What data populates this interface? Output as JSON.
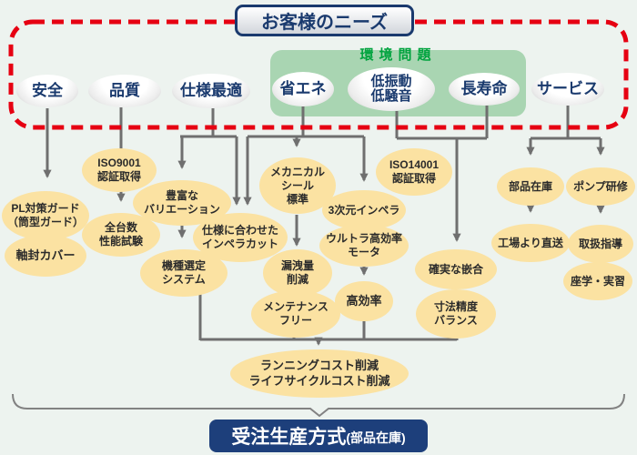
{
  "title": "お客様のニーズ",
  "env_group": {
    "label": "環境問題"
  },
  "needs": {
    "anzen": "安全",
    "hinshitsu": "品質",
    "shiyou_saiteki": "仕様最適",
    "shoene": "省エネ",
    "teishindo": "低振動\n低騒音",
    "chojumyo": "長寿命",
    "service": "サービス"
  },
  "features": {
    "pl_guard": "PL対策ガード\n（筒型ガード）",
    "jikufu_cover": "軸封カバー",
    "iso9001": "ISO9001\n認証取得",
    "zendaisu": "全台数\n性能試験",
    "variation": "豊富な\nバリエーション",
    "kishu_sentei": "機種選定\nシステム",
    "impeller_cut": "仕様に合わせた\nインペラカット",
    "mechanical_seal": "メカニカル\nシール\n標準",
    "rouei_sakugen": "漏洩量\n削減",
    "maintenance_free": "メンテナンス\nフリー",
    "impeller_3d": "3次元インペラ",
    "ultra_motor": "ウルトラ高効率\nモータ",
    "koukouritsu": "高効率",
    "iso14001": "ISO14001\n認証取得",
    "kakujitsu_kangou": "確実な嵌合",
    "sunpou_seido": "寸法精度\nバランス",
    "buhin_zaiko": "部品在庫",
    "pump_kenshu": "ポンプ研修",
    "chokusou": "工場より直送",
    "toriatsukai_shido": "取扱指導",
    "zagaku_jisshu": "座学・実習",
    "cost_sakugen": "ランニングコスト削減\nライフサイクルコスト削減"
  },
  "footer": {
    "main": "受注生産方式",
    "sub": "(部品在庫)"
  },
  "colors": {
    "background": "#edf3ef",
    "red_dashed_border": "#e60012",
    "env_box_fill": "#a9d5b2",
    "env_label_green": "#00a33e",
    "navy_text": "#1a3a6e",
    "footer_box_navy": "#1d3f7b",
    "feature_yellow": "#fbe2a2",
    "connector_gray": "#6f6f6f"
  }
}
